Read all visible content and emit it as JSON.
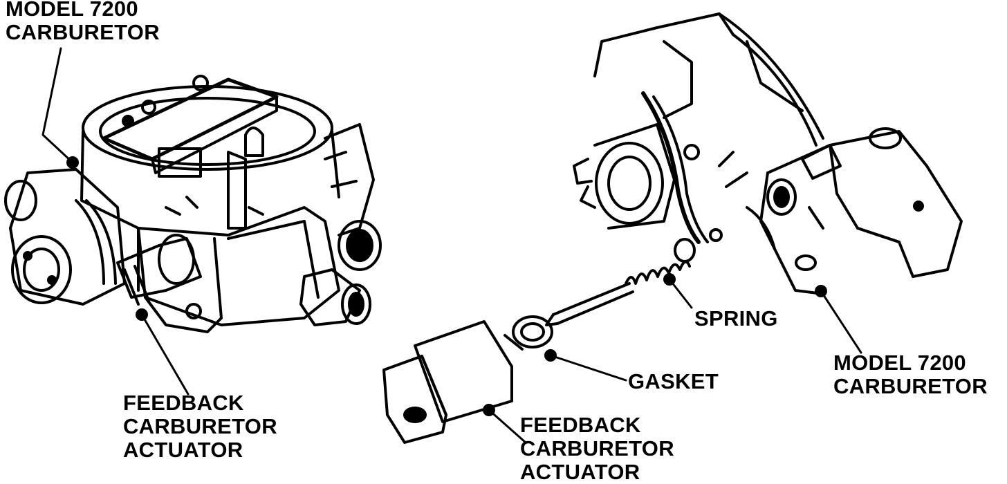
{
  "colors": {
    "ink": "#000000",
    "paper": "#ffffff"
  },
  "labels": {
    "left_carb": {
      "line1": "MODEL 7200",
      "line2": "CARBURETOR"
    },
    "left_actuator": {
      "line1": "FEEDBACK",
      "line2": "CARBURETOR",
      "line3": "ACTUATOR"
    },
    "spring": "SPRING",
    "gasket": "GASKET",
    "right_carb": {
      "line1": "MODEL 7200",
      "line2": "CARBURETOR"
    },
    "mid_actuator": {
      "line1": "FEEDBACK",
      "line2": "CARBURETOR",
      "line3": "ACTUATOR"
    }
  },
  "icons": [
    "carburetor-illustration",
    "actuator-illustration",
    "spring-illustration",
    "gasket-illustration"
  ]
}
